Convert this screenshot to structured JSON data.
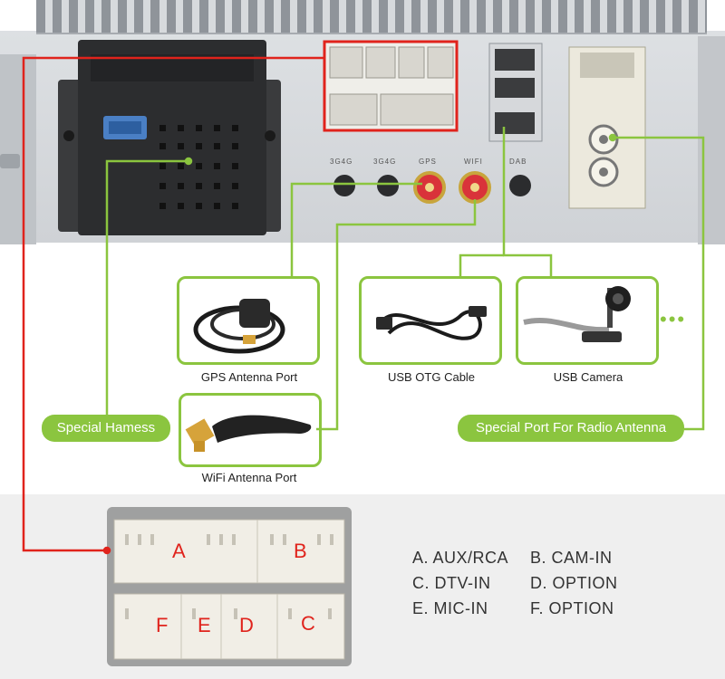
{
  "labels": {
    "special_harness": "Special Hamess",
    "radio_antenna": "Special Port For Radio Antenna",
    "gps": "GPS Antenna Port",
    "usb_otg": "USB OTG Cable",
    "usb_camera": "USB Camera",
    "wifi": "WiFi Antenna Port",
    "more": "•••"
  },
  "port_labels": [
    "3G4G",
    "3G4G",
    "GPS",
    "WIFI",
    "DAB"
  ],
  "connector_letters": [
    "A",
    "B",
    "F",
    "E",
    "D",
    "C"
  ],
  "legend": [
    "A. AUX/RCA",
    "B. CAM-IN",
    "C. DTV-IN",
    "D. OPTION",
    "E. MIC-IN",
    "F. OPTION"
  ],
  "colors": {
    "accent_green": "#8bc53f",
    "accent_red": "#e0231c"
  }
}
